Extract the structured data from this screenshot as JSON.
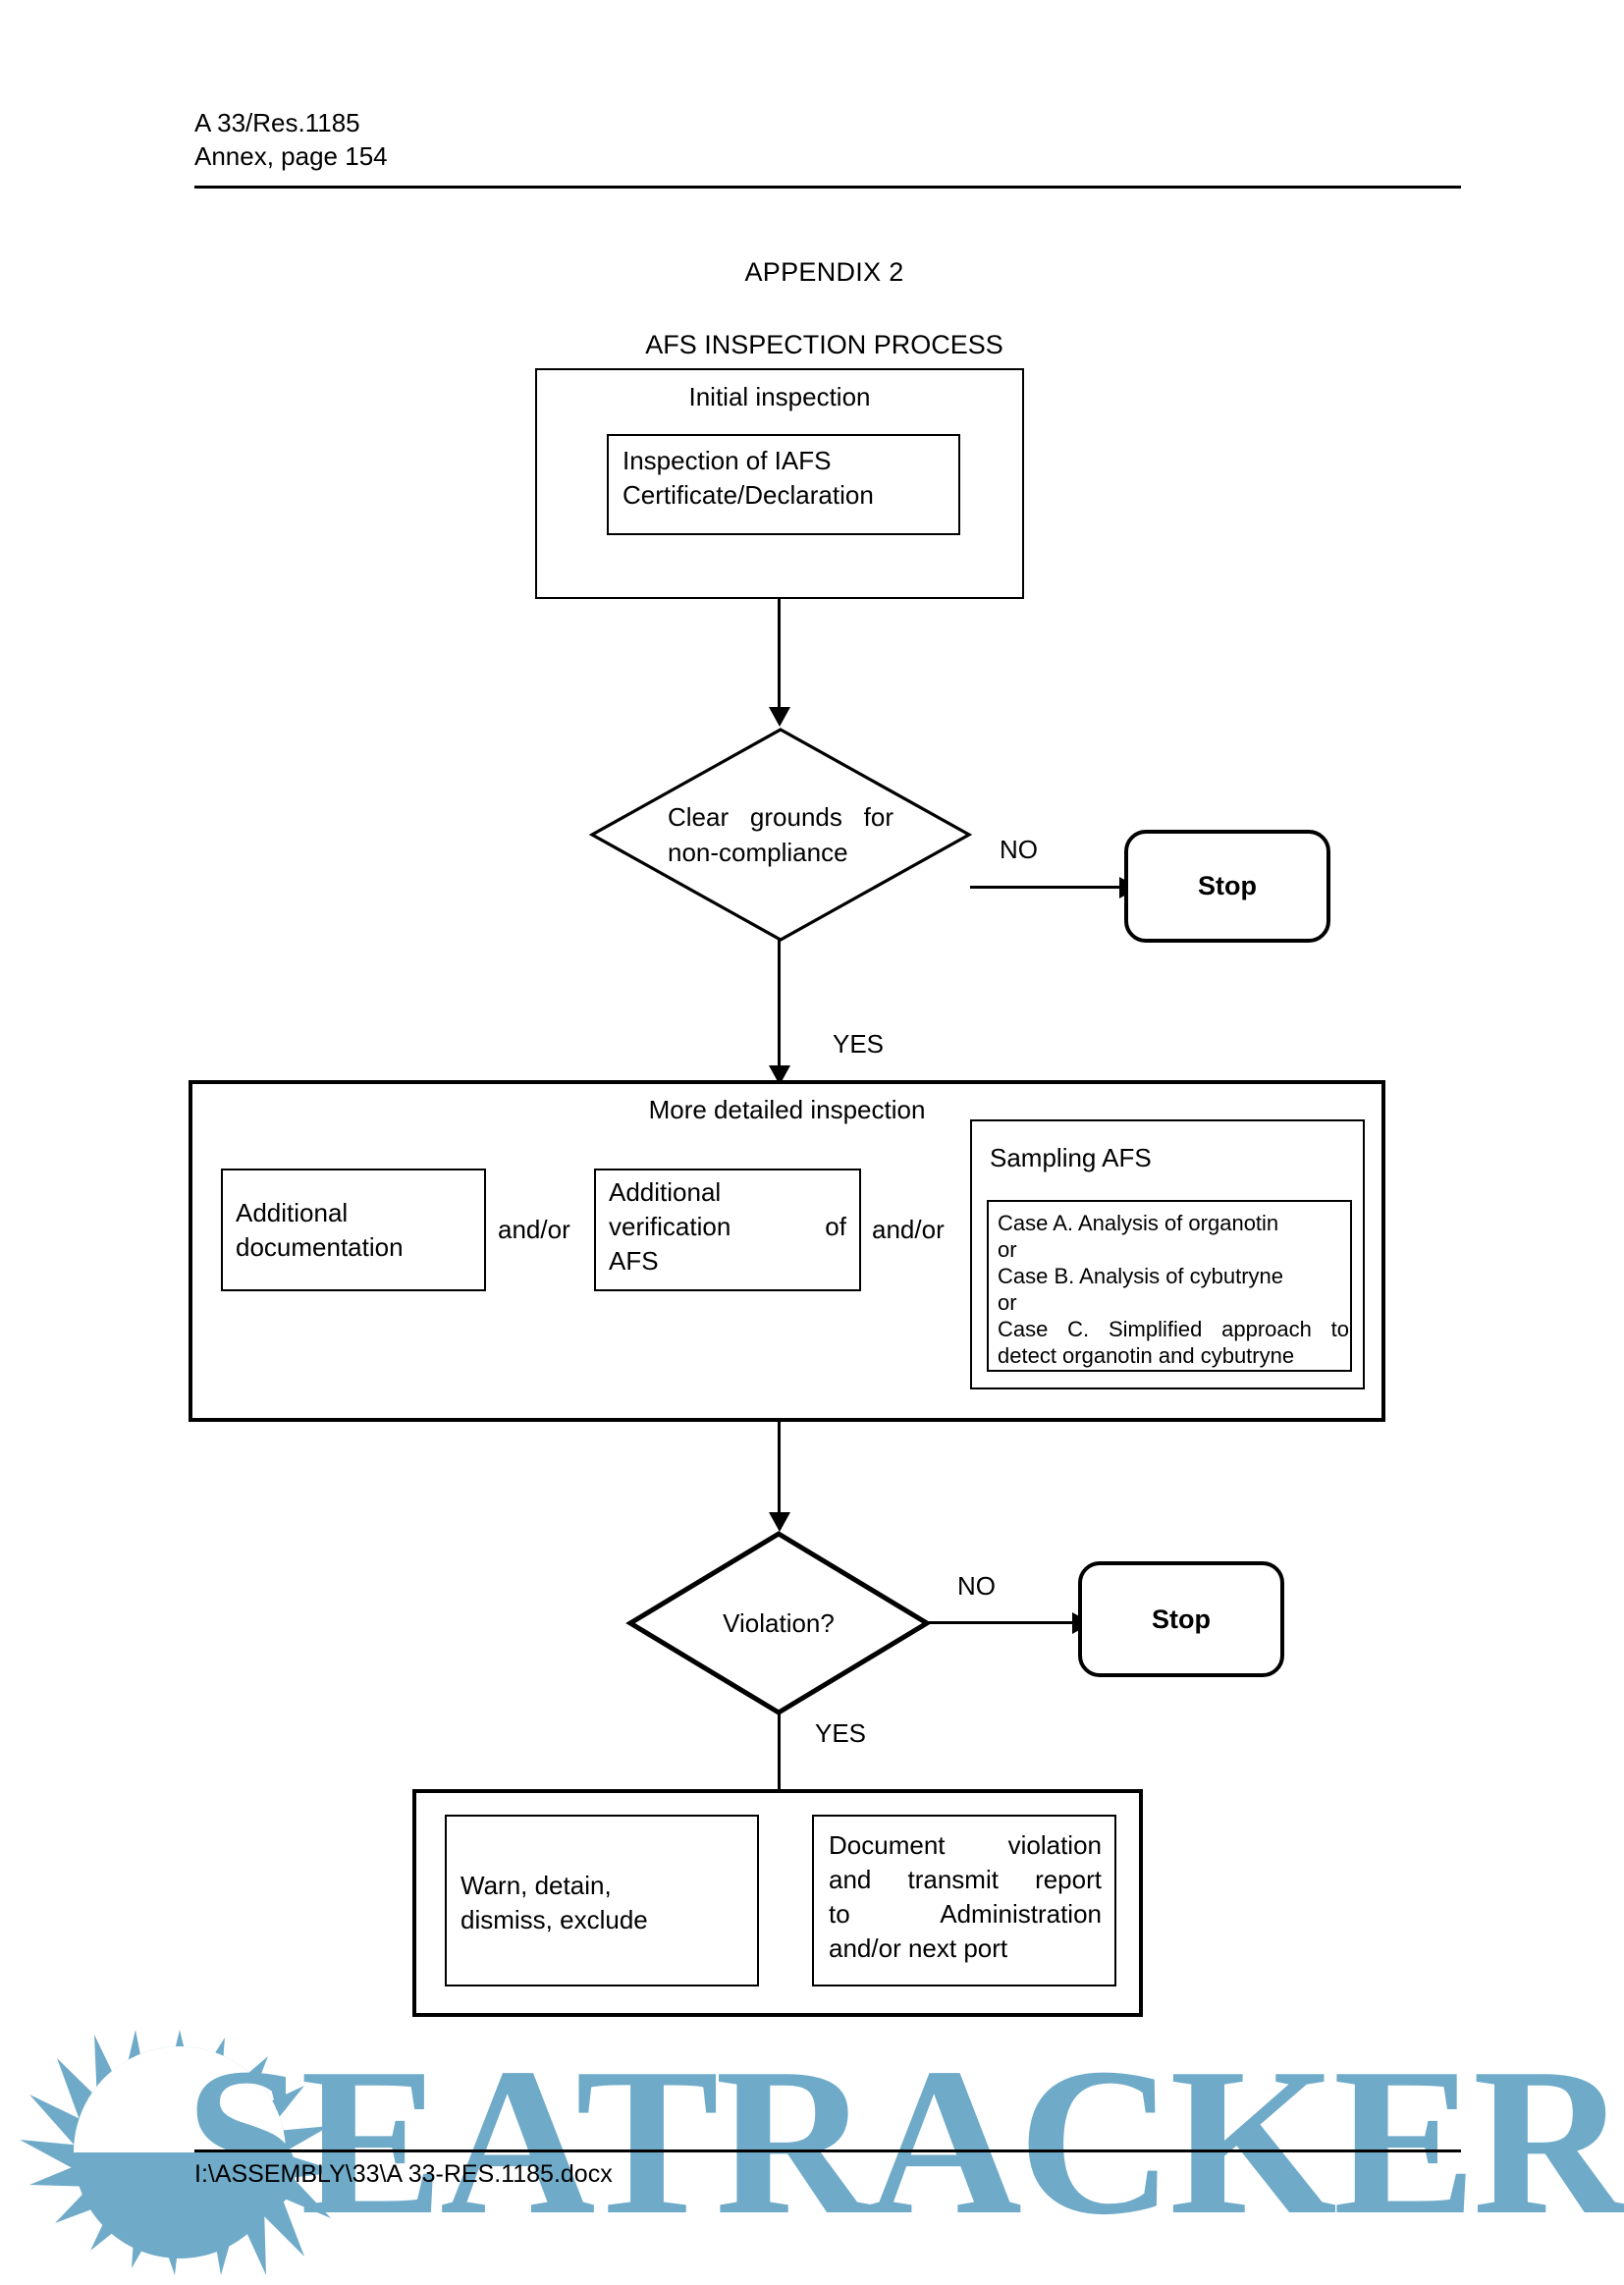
{
  "header": {
    "line1": "A 33/Res.1185",
    "line2": "Annex, page 154"
  },
  "titles": {
    "appendix": "APPENDIX 2",
    "process": "AFS INSPECTION PROCESS"
  },
  "flow": {
    "initial_inspection": {
      "title": "Initial inspection",
      "inner": "Inspection of IAFS\nCertificate/Declaration"
    },
    "decision_clear_grounds": {
      "text": "Clear grounds for non-compliance",
      "line1": "Clear grounds for",
      "line2": "non-compliance",
      "no_label": "NO",
      "yes_label": "YES"
    },
    "stop_1": "Stop",
    "more_detailed_inspection": {
      "title": "More detailed inspection",
      "item_1": "Additional\ndocumentation",
      "connector_1": "and/or",
      "item_2_line1": "Additional",
      "item_2_line2": "verification of",
      "item_2_line3": "AFS",
      "connector_2": "and/or",
      "sampling": {
        "title": "Sampling AFS",
        "cases": [
          "Case A. Analysis of organotin",
          "or",
          "Case B. Analysis of cybutryne",
          "or",
          "Case C. Simplified approach to",
          "detect organotin and cybutryne"
        ]
      }
    },
    "decision_violation": {
      "text": "Violation?",
      "no_label": "NO",
      "yes_label": "YES"
    },
    "stop_2": "Stop",
    "actions": {
      "left_line1": "Warn, detain,",
      "left_line2": "dismiss, exclude",
      "right_line1": "Document violation",
      "right_line2": "and transmit report",
      "right_line3": "to Administration",
      "right_line4": "and/or next port"
    }
  },
  "footer": {
    "path": "I:\\ASSEMBLY\\33\\A 33-RES.1185.docx"
  },
  "watermark": {
    "text": "SEATRACKER.RU",
    "color": "#6fabc9"
  }
}
